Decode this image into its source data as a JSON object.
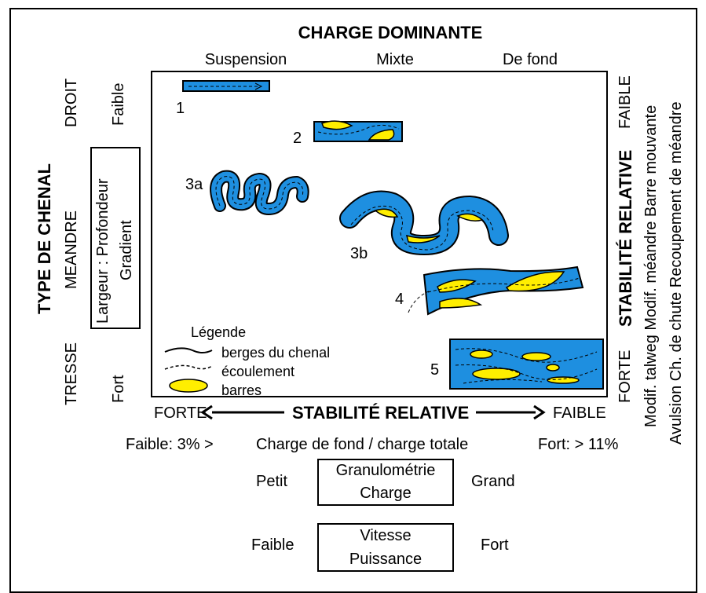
{
  "header": {
    "title": "CHARGE DOMINANTE",
    "load_types": [
      "Suspension",
      "Mixte",
      "De fond"
    ]
  },
  "left_axis": {
    "title": "TYPE DE CHENAL",
    "types": [
      "DROIT",
      "MEANDRE",
      "TRESSE"
    ],
    "ratio_levels": [
      "Faible",
      "Fort"
    ],
    "ratio_box": [
      "Largeur : Profondeur",
      "Gradient"
    ]
  },
  "right_axis": {
    "levels": [
      "FAIBLE",
      "FORTE"
    ],
    "title": "STABILITÉ RELATIVE",
    "processes": [
      "Modif. talweg  Modif. méandre Barre mouvante",
      "Avulsion   Ch. de chute   Recoupement de méandre"
    ]
  },
  "channels": [
    "1",
    "2",
    "3a",
    "3b",
    "4",
    "5"
  ],
  "legend": {
    "title": "Légende",
    "banks": "berges du chenal",
    "flow": "écoulement",
    "bars": "barres"
  },
  "bottom_axis": {
    "left": "FORTE",
    "title": "STABILITÉ RELATIVE",
    "right": "FAIBLE"
  },
  "bedload_ratio": {
    "low": "Faible: 3% >",
    "label": "Charge de fond / charge totale",
    "high": "Fort: > 11%"
  },
  "grain_size": {
    "low": "Petit",
    "box": [
      "Granulométrie",
      "Charge"
    ],
    "high": "Grand"
  },
  "velocity": {
    "low": "Faible",
    "box": [
      "Vitesse",
      "Puissance"
    ],
    "high": "Fort"
  },
  "colors": {
    "channel": "#1e8fe0",
    "bar": "#ffee00"
  }
}
